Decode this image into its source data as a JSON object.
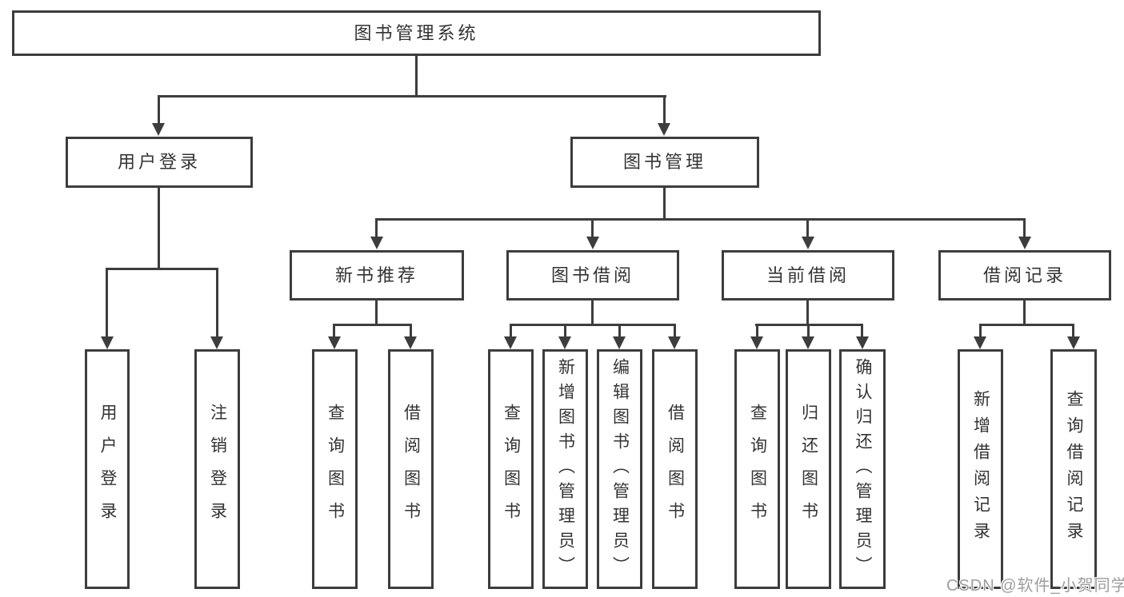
{
  "tree": {
    "root": "图书管理系统",
    "children": [
      {
        "label": "用户登录",
        "children": [
          {
            "label": "用户登录"
          },
          {
            "label": "注销登录"
          }
        ]
      },
      {
        "label": "图书管理",
        "children": [
          {
            "label": "新书推荐",
            "children": [
              {
                "label": "查询图书"
              },
              {
                "label": "借阅图书"
              }
            ]
          },
          {
            "label": "图书借阅",
            "children": [
              {
                "label": "查询图书"
              },
              {
                "label": "新增图书（管理员）"
              },
              {
                "label": "编辑图书（管理员）"
              },
              {
                "label": "借阅图书"
              }
            ]
          },
          {
            "label": "当前借阅",
            "children": [
              {
                "label": "查询图书"
              },
              {
                "label": "归还图书"
              },
              {
                "label": "确认归还（管理员）"
              }
            ]
          },
          {
            "label": "借阅记录",
            "children": [
              {
                "label": "新增借阅记录"
              },
              {
                "label": "查询借阅记录"
              }
            ]
          }
        ]
      }
    ]
  },
  "watermark": {
    "text": "CSDN @软件_小贺同学"
  },
  "colors": {
    "background": "#ffffff",
    "line": "#3d3d3d",
    "text": "#333333",
    "watermark": "#9e9e9e"
  }
}
